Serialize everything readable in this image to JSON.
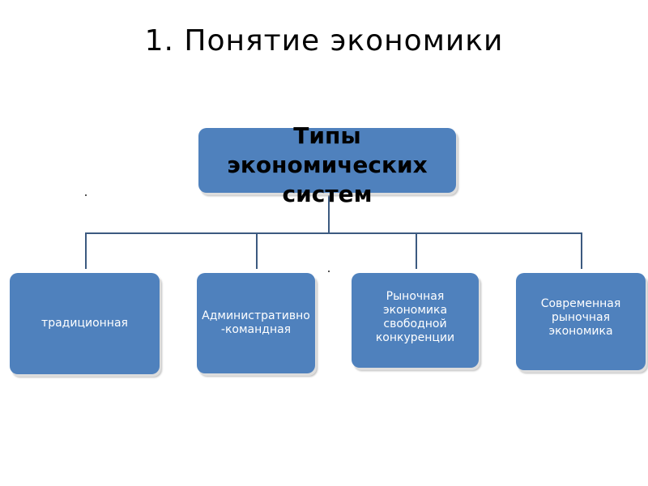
{
  "title": "1. Понятие экономики",
  "root": {
    "label": "Типы экономических систем"
  },
  "children": [
    {
      "label": "традиционная"
    },
    {
      "label": "Административно-командная"
    },
    {
      "label": "Рыночная экономика свободной конкуренции"
    },
    {
      "label": "Современная рыночная экономика"
    }
  ],
  "colors": {
    "box": "#4f81bd",
    "line": "#3c5a80"
  }
}
